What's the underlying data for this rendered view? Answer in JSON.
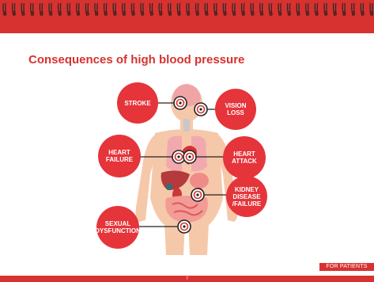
{
  "slide": {
    "title": "Consequences of high blood pressure",
    "footer_tag": "FOR PATIENTS",
    "page_number": "7"
  },
  "colors": {
    "brand_red": "#d7322f",
    "badge_red": "#e5343a",
    "skin": "#f6c8aa",
    "organ_red": "#e4444a"
  },
  "consequences": [
    {
      "label": "STROKE"
    },
    {
      "label": "VISION\nLOSS"
    },
    {
      "label": "HEART\nFAILURE"
    },
    {
      "label": "HEART\nATTACK"
    },
    {
      "label": "KIDNEY\nDISEASE\n/FAILURE"
    },
    {
      "label": "SEXUAL\nDYSFUNCTION"
    }
  ]
}
